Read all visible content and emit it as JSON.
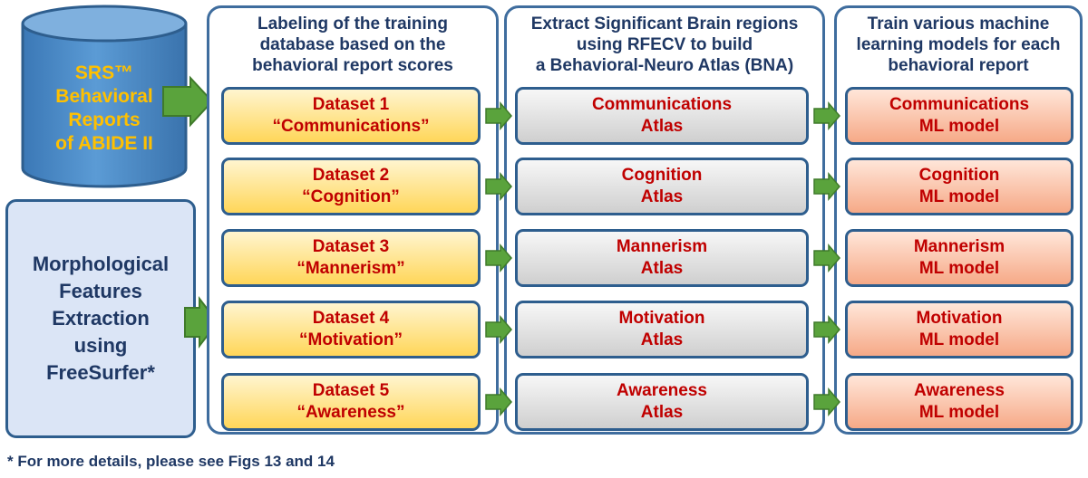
{
  "database": {
    "lines": [
      "SRS™",
      "Behavioral",
      "Reports",
      "of ABIDE II"
    ]
  },
  "morph": {
    "lines": [
      "Morphological",
      "Features",
      "Extraction",
      "using",
      "FreeSurfer*"
    ]
  },
  "columns": [
    {
      "header": [
        "Labeling of the training",
        "database based on the",
        "behavioral report scores"
      ]
    },
    {
      "header": [
        "Extract Significant Brain regions",
        "using RFECV to build",
        "a Behavioral-Neuro Atlas (BNA)"
      ]
    },
    {
      "header": [
        "Train various machine",
        "learning models for each",
        "behavioral report"
      ]
    }
  ],
  "datasets": [
    {
      "line1": "Dataset 1",
      "line2": "“Communications”"
    },
    {
      "line1": "Dataset 2",
      "line2": "“Cognition”"
    },
    {
      "line1": "Dataset 3",
      "line2": "“Mannerism”"
    },
    {
      "line1": "Dataset 4",
      "line2": "“Motivation”"
    },
    {
      "line1": "Dataset 5",
      "line2": "“Awareness”"
    }
  ],
  "atlases": [
    {
      "line1": "Communications",
      "line2": "Atlas"
    },
    {
      "line1": "Cognition",
      "line2": "Atlas"
    },
    {
      "line1": "Mannerism",
      "line2": "Atlas"
    },
    {
      "line1": "Motivation",
      "line2": "Atlas"
    },
    {
      "line1": "Awareness",
      "line2": "Atlas"
    }
  ],
  "models": [
    {
      "line1": "Communications",
      "line2": "ML model"
    },
    {
      "line1": "Cognition",
      "line2": "ML model"
    },
    {
      "line1": "Mannerism",
      "line2": "ML model"
    },
    {
      "line1": "Motivation",
      "line2": "ML model"
    },
    {
      "line1": "Awareness",
      "line2": "ML model"
    }
  ],
  "footnote": "* For more details, please see Figs 13 and 14"
}
